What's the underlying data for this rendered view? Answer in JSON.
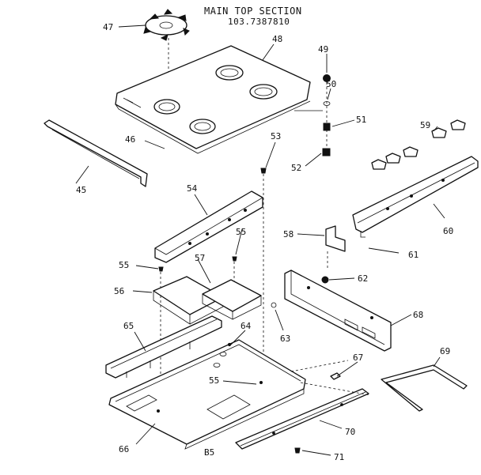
{
  "header": {
    "title": "MAIN TOP SECTION",
    "model": "103.7387810"
  },
  "page_code": "B5",
  "callouts": [
    {
      "id": "c45",
      "label": "45"
    },
    {
      "id": "c46",
      "label": "46"
    },
    {
      "id": "c47",
      "label": "47"
    },
    {
      "id": "c48",
      "label": "48"
    },
    {
      "id": "c49",
      "label": "49"
    },
    {
      "id": "c50",
      "label": "50"
    },
    {
      "id": "c51",
      "label": "51"
    },
    {
      "id": "c52",
      "label": "52"
    },
    {
      "id": "c53",
      "label": "53"
    },
    {
      "id": "c54",
      "label": "54"
    },
    {
      "id": "c55a",
      "label": "55"
    },
    {
      "id": "c55b",
      "label": "55"
    },
    {
      "id": "c55c",
      "label": "55"
    },
    {
      "id": "c56",
      "label": "56"
    },
    {
      "id": "c57",
      "label": "57"
    },
    {
      "id": "c58",
      "label": "58"
    },
    {
      "id": "c59",
      "label": "59"
    },
    {
      "id": "c60",
      "label": "60"
    },
    {
      "id": "c61",
      "label": "61"
    },
    {
      "id": "c62",
      "label": "62"
    },
    {
      "id": "c63",
      "label": "63"
    },
    {
      "id": "c64",
      "label": "64"
    },
    {
      "id": "c65",
      "label": "65"
    },
    {
      "id": "c66",
      "label": "66"
    },
    {
      "id": "c67",
      "label": "67"
    },
    {
      "id": "c68",
      "label": "68"
    },
    {
      "id": "c69",
      "label": "69"
    },
    {
      "id": "c70",
      "label": "70"
    },
    {
      "id": "c71",
      "label": "71"
    }
  ]
}
